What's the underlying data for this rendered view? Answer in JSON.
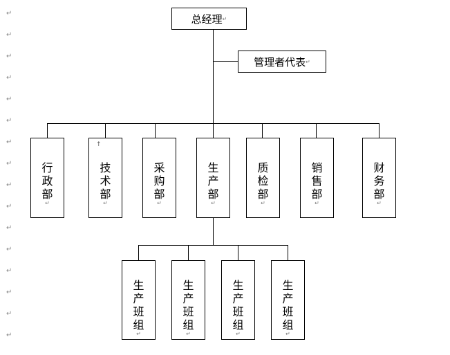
{
  "paragraph_mark": "↵",
  "cell_mark": "↵",
  "top": {
    "ceo": "总经理",
    "rep": "管理者代表"
  },
  "departments": [
    "行政部",
    "技术部",
    "采购部",
    "生产部",
    "质检部",
    "销售部",
    "财务部"
  ],
  "teams": [
    "生产班组",
    "生产班组",
    "生产班组",
    "生产班组"
  ],
  "tech_mark": "↑"
}
